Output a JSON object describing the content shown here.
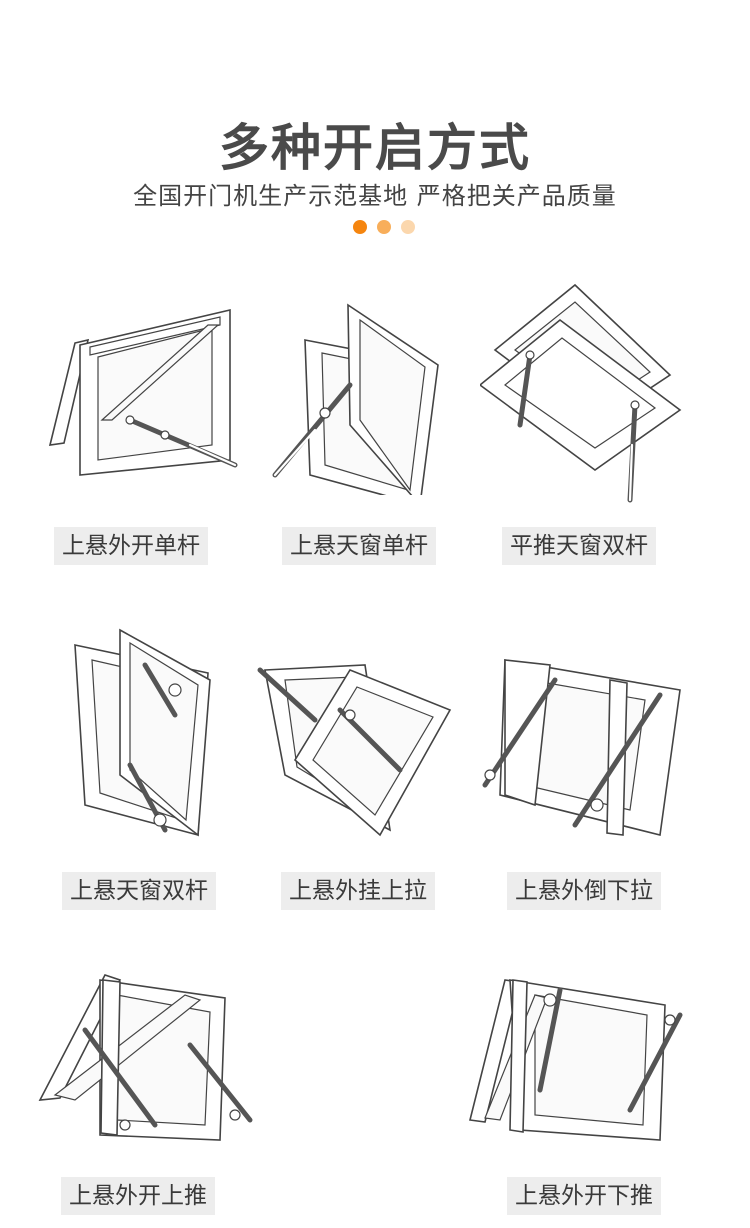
{
  "header": {
    "title": "多种开启方式",
    "subtitle": "全国开门机生产示范基地 严格把关产品质量",
    "dot_colors": [
      "#f5850f",
      "#f8ae5a",
      "#fbd7ad"
    ]
  },
  "items": [
    {
      "label": "上悬外开单杆",
      "icon": "top-hung-outward-single-rod-diagram"
    },
    {
      "label": "上悬天窗单杆",
      "icon": "top-hung-skylight-single-rod-diagram"
    },
    {
      "label": "平推天窗双杆",
      "icon": "parallel-push-skylight-double-rod-diagram"
    },
    {
      "label": "上悬天窗双杆",
      "icon": "top-hung-skylight-double-rod-diagram"
    },
    {
      "label": "上悬外挂上拉",
      "icon": "top-hung-external-pull-up-diagram"
    },
    {
      "label": "上悬外倒下拉",
      "icon": "top-hung-outward-tilt-pull-down-diagram"
    },
    {
      "label": "上悬外开上推",
      "icon": "top-hung-outward-push-up-diagram"
    },
    {
      "label": "上悬外开下推",
      "icon": "top-hung-outward-push-down-diagram"
    }
  ]
}
